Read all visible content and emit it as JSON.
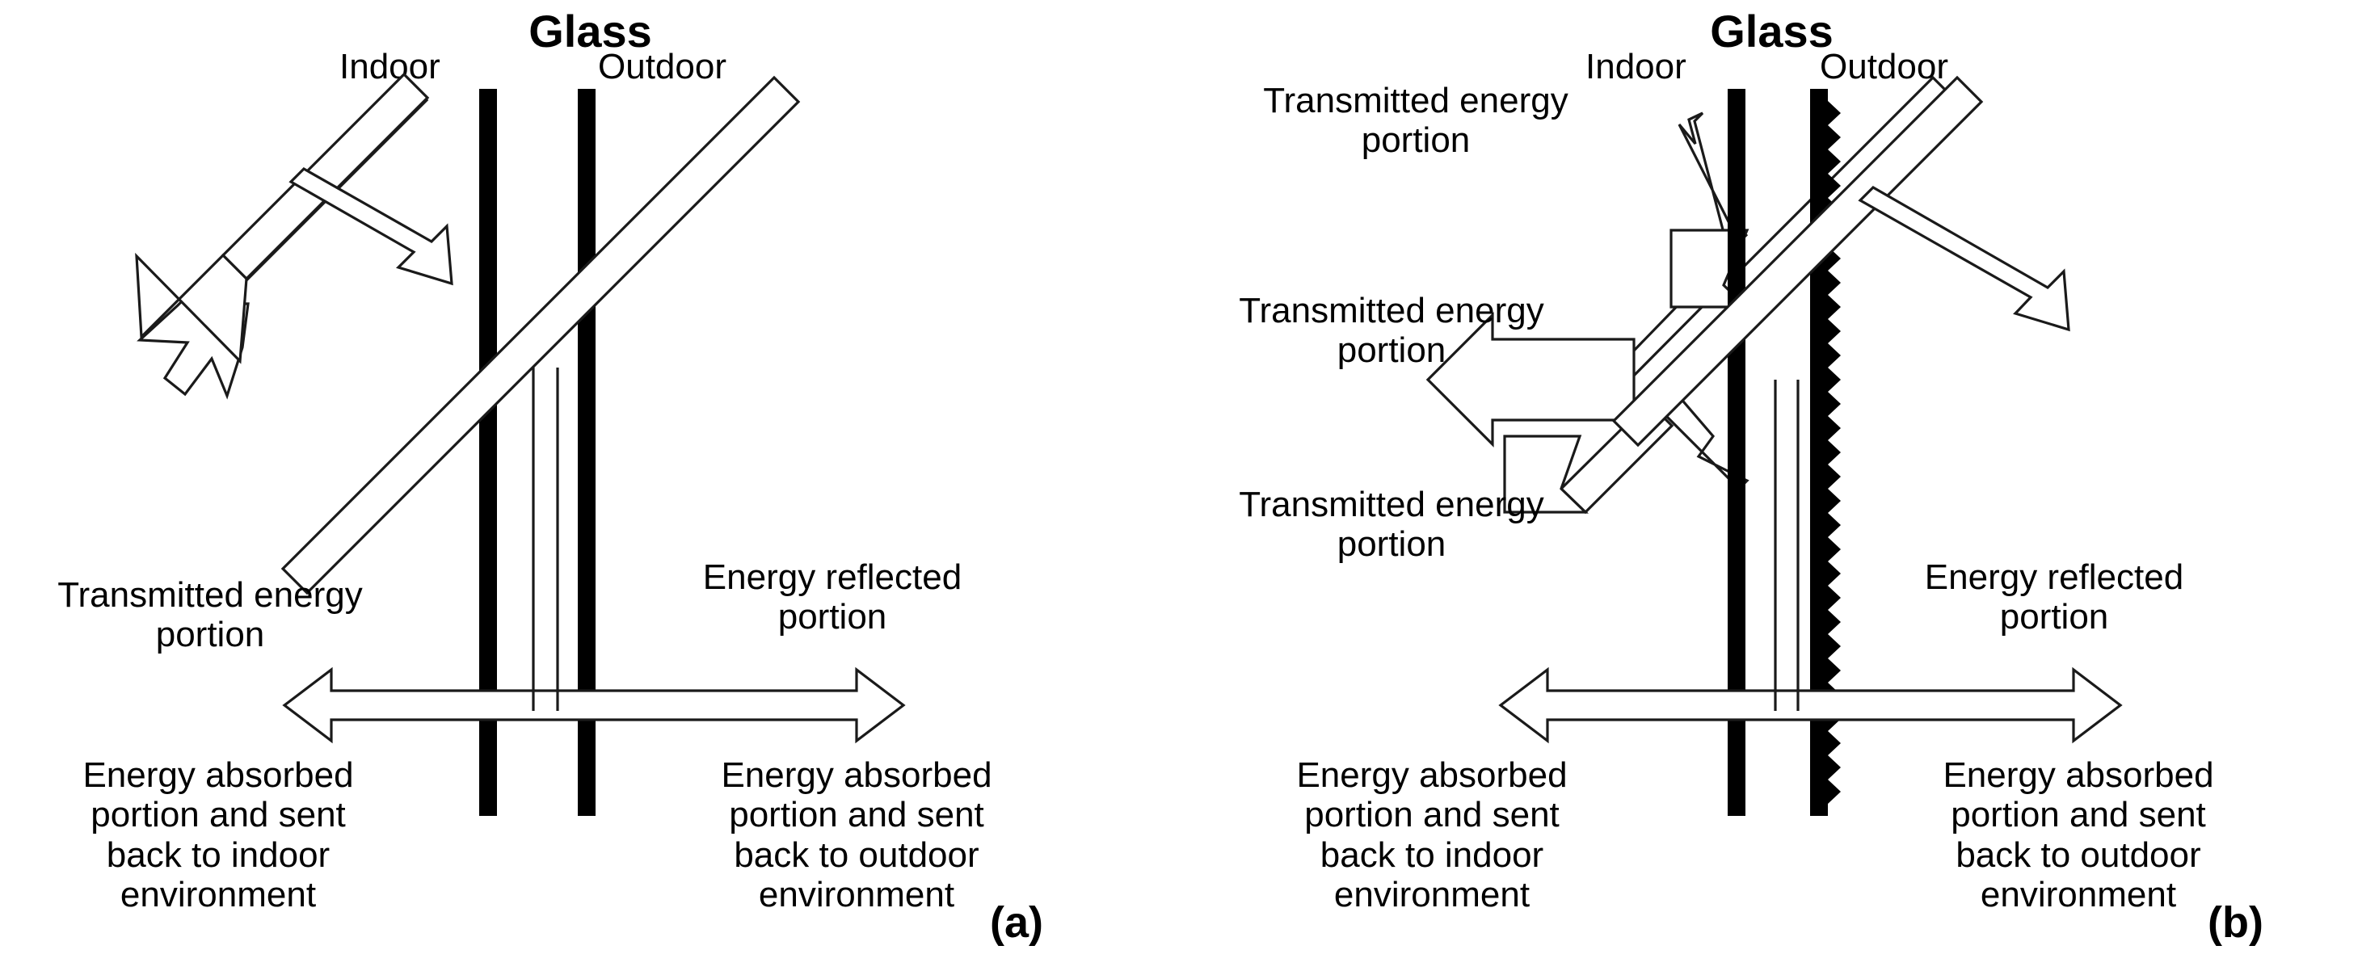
{
  "figure": {
    "title": "Energy balance through clear glass and textured (prismatic) glass",
    "background_color": "#ffffff",
    "ink_color": "#000000"
  },
  "panels": [
    {
      "id": "a",
      "tag": "(a)",
      "glass_title": "Glass",
      "indoor_label": "Indoor",
      "outdoor_label": "Outdoor",
      "outdoor_surface": "smooth",
      "labels": {
        "transmitted": "Transmitted energy\nportion",
        "reflected": "Energy reflected\nportion",
        "absorbed_indoor": "Energy absorbed\nportion and sent\nback to indoor\nenvironment",
        "absorbed_outdoor": "Energy absorbed\nportion and sent\nback to outdoor\nenvironment"
      },
      "arrows": [
        {
          "name": "incident-beam",
          "direction": "down-left",
          "kind": "incoming-ray"
        },
        {
          "name": "transmitted-beam",
          "direction": "down-left",
          "kind": "single-head"
        },
        {
          "name": "reflected-beam",
          "direction": "down-right",
          "kind": "single-head"
        },
        {
          "name": "absorbed-beam",
          "direction": "horizontal",
          "kind": "double-head"
        }
      ]
    },
    {
      "id": "b",
      "tag": "(b)",
      "glass_title": "Glass",
      "indoor_label": "Indoor",
      "outdoor_label": "Outdoor",
      "outdoor_surface": "textured",
      "labels": {
        "transmitted_upper": "Transmitted energy\nportion",
        "transmitted_middle": "Transmitted energy\nportion",
        "transmitted_lower": "Transmitted energy\nportion",
        "reflected": "Energy reflected\nportion",
        "absorbed_indoor": "Energy absorbed\nportion and sent\nback to indoor\nenvironment",
        "absorbed_outdoor": "Energy absorbed\nportion and sent\nback to outdoor\nenvironment"
      },
      "arrows": [
        {
          "name": "incident-beam",
          "direction": "down-left",
          "kind": "incoming-ray"
        },
        {
          "name": "transmitted-beam-up",
          "direction": "up-left",
          "kind": "single-head"
        },
        {
          "name": "transmitted-beam-horizontal",
          "direction": "horizontal-left",
          "kind": "single-head"
        },
        {
          "name": "transmitted-beam-down",
          "direction": "down-left",
          "kind": "single-head"
        },
        {
          "name": "reflected-beam",
          "direction": "down-right",
          "kind": "single-head"
        },
        {
          "name": "absorbed-beam",
          "direction": "horizontal",
          "kind": "double-head"
        }
      ]
    }
  ]
}
